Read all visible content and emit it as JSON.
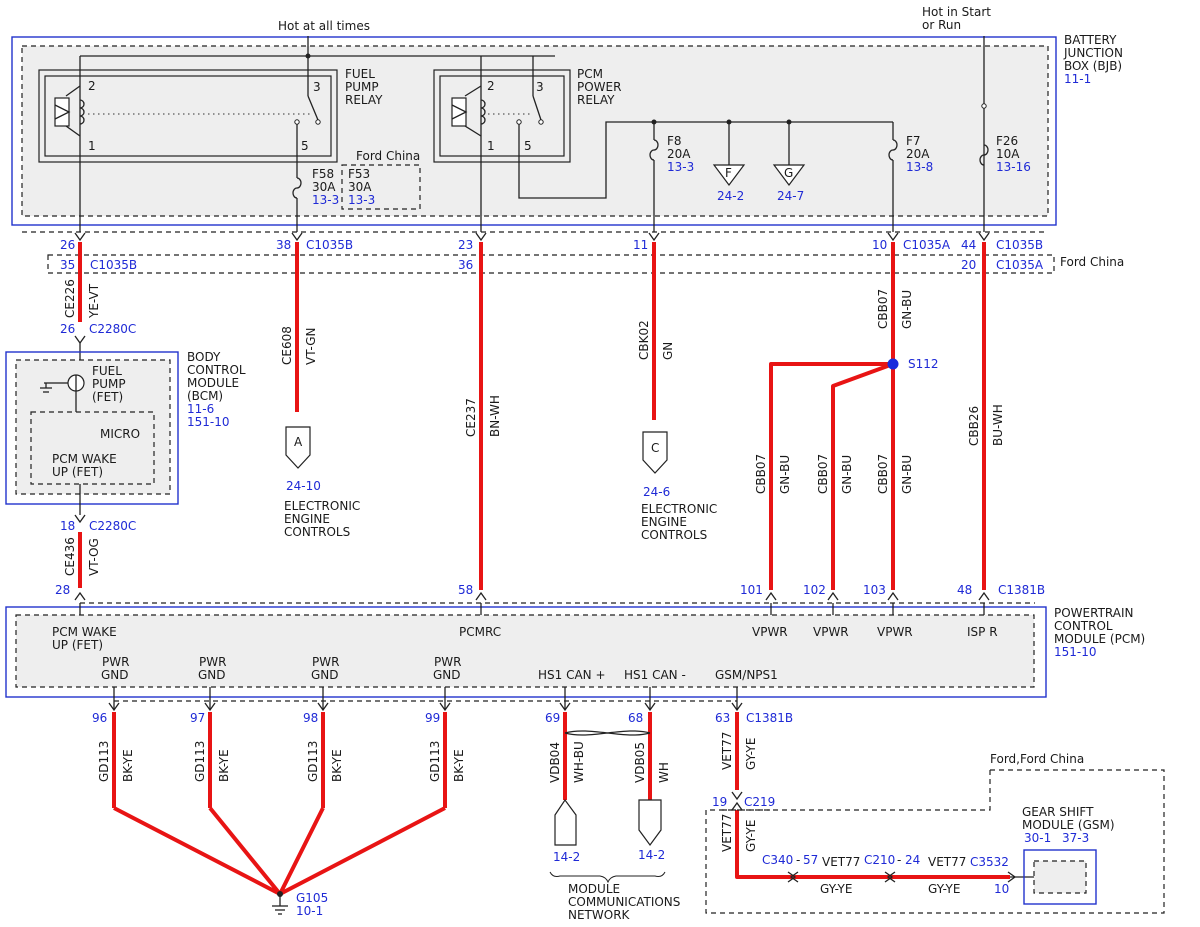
{
  "top": {
    "hot_at_all_times": "Hot at all times",
    "hot_in_start_1": "Hot in Start",
    "hot_in_start_2": "or Run"
  },
  "bjb": {
    "label": [
      "BATTERY",
      "JUNCTION",
      "BOX (BJB)"
    ],
    "ref": "11-1",
    "fuel_pump_relay": [
      "FUEL",
      "PUMP",
      "RELAY"
    ],
    "pcm_power_relay": [
      "PCM",
      "POWER",
      "RELAY"
    ],
    "relay_pins": {
      "p1": "1",
      "p2": "2",
      "p3": "3",
      "p5": "5"
    },
    "ford_china": "Ford China",
    "fuses": {
      "f58": [
        "F58",
        "30A",
        "13-3"
      ],
      "f53": [
        "F53",
        "30A",
        "13-3"
      ],
      "f8": [
        "F8",
        "20A",
        "13-3"
      ],
      "f7": [
        "F7",
        "20A",
        "13-8"
      ],
      "f26": [
        "F26",
        "10A",
        "13-16"
      ]
    },
    "ground_f": {
      "letter": "F",
      "ref": "24-2"
    },
    "ground_g": {
      "letter": "G",
      "ref": "24-7"
    }
  },
  "connectors_top": {
    "c26": "26",
    "c35": "35",
    "c1035b_left": "C1035B",
    "c38": "38",
    "c1035b_mid": "C1035B",
    "c23": "23",
    "c36": "36",
    "c11": "11",
    "c10": "10",
    "c1035a": "C1035A",
    "c44": "44",
    "c1035b_right": "C1035B",
    "c20": "20",
    "c1035a_right": "C1035A",
    "ford_china_right": "Ford China"
  },
  "wires": {
    "ce226": [
      "CE226",
      "YE-VT"
    ],
    "ce608": [
      "CE608",
      "VT-GN"
    ],
    "ce237": [
      "CE237",
      "BN-WH"
    ],
    "cbk02": [
      "CBK02",
      "GN"
    ],
    "cbb07_top": [
      "CBB07",
      "GN-BU"
    ],
    "cbb26": [
      "CBB26",
      "BU-WH"
    ],
    "cbb07_a": [
      "CBB07",
      "GN-BU"
    ],
    "cbb07_b": [
      "CBB07",
      "GN-BU"
    ],
    "cbb07_c": [
      "CBB07",
      "GN-BU"
    ],
    "ce436": [
      "CE436",
      "VT-OG"
    ],
    "gd113_a": [
      "GD113",
      "BK-YE"
    ],
    "gd113_b": [
      "GD113",
      "BK-YE"
    ],
    "gd113_c": [
      "GD113",
      "BK-YE"
    ],
    "gd113_d": [
      "GD113",
      "BK-YE"
    ],
    "vdb04": [
      "VDB04",
      "WH-BU"
    ],
    "vdb05": [
      "VDB05",
      "WH"
    ],
    "vet77_a": [
      "VET77",
      "GY-YE"
    ],
    "vet77_b": [
      "VET77",
      "GY-YE"
    ]
  },
  "c2280c": {
    "pin26": "26",
    "label1": "C2280C",
    "pin18": "18",
    "label2": "C2280C",
    "pin28": "28"
  },
  "bcm": {
    "title": [
      "BODY",
      "CONTROL",
      "MODULE",
      "(BCM)"
    ],
    "refs": [
      "11-6",
      "151-10"
    ],
    "fuel_pump": [
      "FUEL",
      "PUMP",
      "(FET)"
    ],
    "micro": "MICRO",
    "pcm_wake": [
      "PCM WAKE",
      "UP (FET)"
    ]
  },
  "eec_a": {
    "letter": "A",
    "ref": "24-10",
    "label": [
      "ELECTRONIC",
      "ENGINE",
      "CONTROLS"
    ]
  },
  "eec_c": {
    "letter": "C",
    "ref": "24-6",
    "label": [
      "ELECTRONIC",
      "ENGINE",
      "CONTROLS"
    ]
  },
  "splice": "S112",
  "pcm": {
    "title": [
      "POWERTRAIN",
      "CONTROL",
      "MODULE (PCM)"
    ],
    "ref": "151-10",
    "top_pins": {
      "p58": "58",
      "p101": "101",
      "p102": "102",
      "p103": "103",
      "p48": "48",
      "c1381b": "C1381B"
    },
    "labels_top": {
      "pcm_wake": [
        "PCM WAKE",
        "UP (FET)"
      ],
      "pcmrc": "PCMRC",
      "vpwr1": "VPWR",
      "vpwr2": "VPWR",
      "vpwr3": "VPWR",
      "isp_r": "ISP R"
    },
    "labels_bottom": {
      "pwr_gnd": [
        "PWR",
        "GND"
      ],
      "hs1_can_plus": "HS1 CAN +",
      "hs1_can_minus": "HS1 CAN -",
      "gsm_nps1": "GSM/NPS1"
    },
    "bottom_pins": {
      "p96": "96",
      "p97": "97",
      "p98": "98",
      "p99": "99",
      "p69": "69",
      "p68": "68",
      "p63": "63",
      "c1381b": "C1381B"
    }
  },
  "ground": {
    "name": "G105",
    "ref": "10-1"
  },
  "mcn": {
    "ref_a": "14-2",
    "ref_b": "14-2",
    "label": [
      "MODULE",
      "COMMUNICATIONS",
      "NETWORK"
    ]
  },
  "c219": {
    "pin": "19",
    "label": "C219"
  },
  "gsm_area": {
    "region_label": "Ford,Ford China",
    "c340": "C340",
    "c340_pin": "57",
    "c210": "C210",
    "c210_pin": "24",
    "c3532": "C3532",
    "c3532_pin": "10",
    "gsm_title": [
      "GEAR SHIFT",
      "MODULE (GSM)"
    ],
    "gsm_refs": [
      "30-1",
      "37-3"
    ]
  },
  "colors": {
    "wire": "#e81414",
    "ref_blue": "#1f2ad6",
    "module_border": "#2233cc",
    "splice_dot": "#1a2bdc"
  }
}
